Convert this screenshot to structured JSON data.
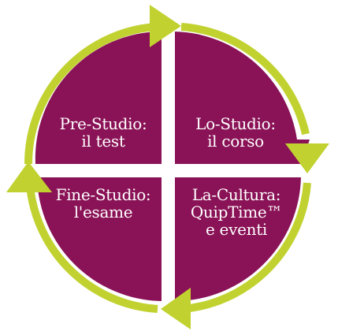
{
  "colors": {
    "quadrant": "#8a1256",
    "ring": "#c1d230",
    "text": "#ffffff",
    "background": "#ffffff"
  },
  "quadrants": {
    "top_left": {
      "line1": "Pre-Studio:",
      "line2": "il test"
    },
    "top_right": {
      "line1": "Lo-Studio:",
      "line2": "il corso"
    },
    "bottom_left": {
      "line1": "Fine-Studio:",
      "line2": "l'esame"
    },
    "bottom_right": {
      "line1": "La-Cultura:",
      "line2": "QuipTime™",
      "line3": "e eventi"
    }
  }
}
